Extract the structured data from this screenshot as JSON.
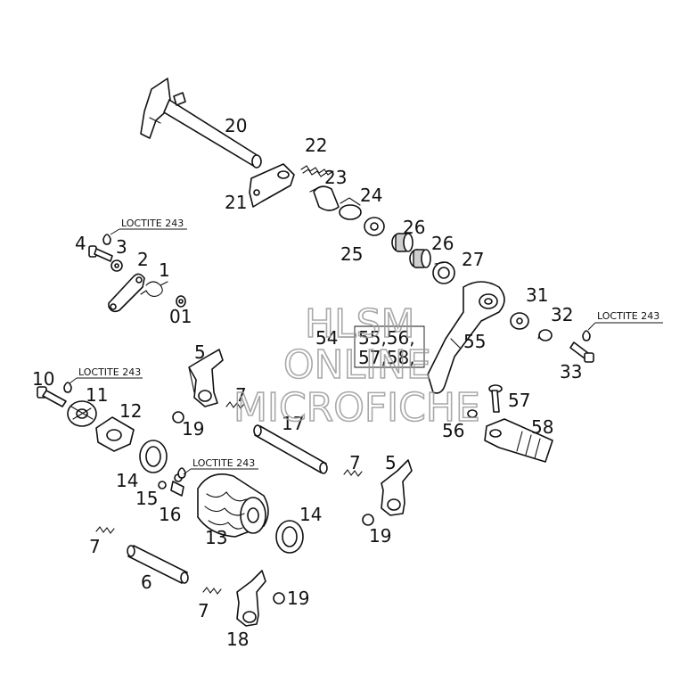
{
  "diagram": {
    "labels": {
      "l20": "20",
      "l21": "21",
      "l22": "22",
      "l23": "23",
      "l24": "24",
      "l25": "25",
      "l26a": "26",
      "l26b": "26",
      "l27": "27",
      "l4": "4",
      "l3": "3",
      "l2": "2",
      "l1": "1",
      "l01": "01",
      "l31": "31",
      "l32": "32",
      "l33": "33",
      "l54": "54",
      "l55": "55",
      "l55box_line1": "55,56,",
      "l55box_line2": "57,58,",
      "l5a": "5",
      "l10": "10",
      "l11": "11",
      "l12": "12",
      "l7a": "7",
      "l17": "17",
      "l19a": "19",
      "l57": "57",
      "l56": "56",
      "l58": "58",
      "l14a": "14",
      "l15": "15",
      "l16": "16",
      "l13": "13",
      "l14b": "14",
      "l7b": "7",
      "l5b": "5",
      "l19b": "19",
      "l7c": "7",
      "l6": "6",
      "l7d": "7",
      "l19c": "19",
      "l18": "18"
    },
    "loctite": {
      "a": "LOCTITE 243",
      "b": "LOCTITE 243",
      "c": "LOCTITE 243",
      "d": "LOCTITE 243"
    },
    "watermark": {
      "line1": "HLSM",
      "line2": "ONLINE",
      "line3": "MICROFICHE"
    }
  }
}
